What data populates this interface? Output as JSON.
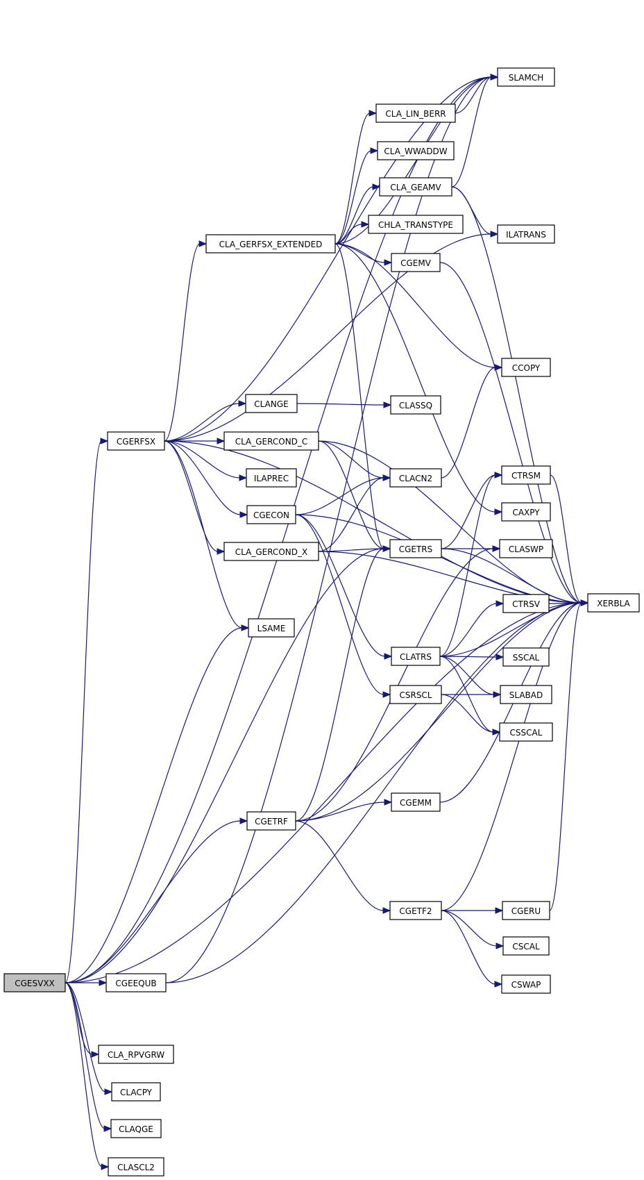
{
  "graph": {
    "root": "CGESVXX",
    "colors": {
      "edge": "#191970",
      "root_fill": "#bfbfbf",
      "node_fill": "#ffffff",
      "border": "#000000"
    },
    "nodes": [
      {
        "id": "CGESVXX",
        "label": "CGESVXX",
        "root": true
      },
      {
        "id": "CGEEQUB",
        "label": "CGEEQUB"
      },
      {
        "id": "CLA_RPVGRW",
        "label": "CLA_RPVGRW"
      },
      {
        "id": "CLACPY",
        "label": "CLACPY"
      },
      {
        "id": "CLAQGE",
        "label": "CLAQGE"
      },
      {
        "id": "CLASCL2",
        "label": "CLASCL2"
      },
      {
        "id": "CGERFSX",
        "label": "CGERFSX"
      },
      {
        "id": "CLA_GERFSX_EXTENDED",
        "label": "CLA_GERFSX_EXTENDED"
      },
      {
        "id": "CLANGE",
        "label": "CLANGE"
      },
      {
        "id": "CLA_GERCOND_C",
        "label": "CLA_GERCOND_C"
      },
      {
        "id": "ILAPREC",
        "label": "ILAPREC"
      },
      {
        "id": "CGECON",
        "label": "CGECON"
      },
      {
        "id": "CLA_GERCOND_X",
        "label": "CLA_GERCOND_X"
      },
      {
        "id": "LSAME",
        "label": "LSAME"
      },
      {
        "id": "CGETRF",
        "label": "CGETRF"
      },
      {
        "id": "CLA_LIN_BERR",
        "label": "CLA_LIN_BERR"
      },
      {
        "id": "CLA_WWADDW",
        "label": "CLA_WWADDW"
      },
      {
        "id": "CLA_GEAMV",
        "label": "CLA_GEAMV"
      },
      {
        "id": "CHLA_TRANSTYPE",
        "label": "CHLA_TRANSTYPE"
      },
      {
        "id": "CGEMV",
        "label": "CGEMV"
      },
      {
        "id": "CLASSQ",
        "label": "CLASSQ"
      },
      {
        "id": "CLACN2",
        "label": "CLACN2"
      },
      {
        "id": "CGETRS",
        "label": "CGETRS"
      },
      {
        "id": "CLATRS",
        "label": "CLATRS"
      },
      {
        "id": "CSRSCL",
        "label": "CSRSCL"
      },
      {
        "id": "CGEMM",
        "label": "CGEMM"
      },
      {
        "id": "CGETF2",
        "label": "CGETF2"
      },
      {
        "id": "SLAMCH",
        "label": "SLAMCH"
      },
      {
        "id": "ILATRANS",
        "label": "ILATRANS"
      },
      {
        "id": "CCOPY",
        "label": "CCOPY"
      },
      {
        "id": "CTRSM",
        "label": "CTRSM"
      },
      {
        "id": "CAXPY",
        "label": "CAXPY"
      },
      {
        "id": "CLASWP",
        "label": "CLASWP"
      },
      {
        "id": "CTRSV",
        "label": "CTRSV"
      },
      {
        "id": "SSCAL",
        "label": "SSCAL"
      },
      {
        "id": "SLABAD",
        "label": "SLABAD"
      },
      {
        "id": "CSSCAL",
        "label": "CSSCAL"
      },
      {
        "id": "CGERU",
        "label": "CGERU"
      },
      {
        "id": "CSCAL",
        "label": "CSCAL"
      },
      {
        "id": "CSWAP",
        "label": "CSWAP"
      },
      {
        "id": "XERBLA",
        "label": "XERBLA"
      }
    ],
    "edges": [
      [
        "CGESVXX",
        "CGEEQUB"
      ],
      [
        "CGESVXX",
        "CLA_RPVGRW"
      ],
      [
        "CGESVXX",
        "CLACPY"
      ],
      [
        "CGESVXX",
        "CLAQGE"
      ],
      [
        "CGESVXX",
        "CLASCL2"
      ],
      [
        "CGESVXX",
        "CGERFSX"
      ],
      [
        "CGESVXX",
        "LSAME"
      ],
      [
        "CGESVXX",
        "CGETRF"
      ],
      [
        "CGESVXX",
        "CGETRS"
      ],
      [
        "CGESVXX",
        "SLAMCH"
      ],
      [
        "CGESVXX",
        "XERBLA"
      ],
      [
        "CGEEQUB",
        "SLAMCH"
      ],
      [
        "CGEEQUB",
        "XERBLA"
      ],
      [
        "CGERFSX",
        "CLA_GERFSX_EXTENDED"
      ],
      [
        "CGERFSX",
        "CLANGE"
      ],
      [
        "CGERFSX",
        "CLA_GERCOND_C"
      ],
      [
        "CGERFSX",
        "ILAPREC"
      ],
      [
        "CGERFSX",
        "CGECON"
      ],
      [
        "CGERFSX",
        "CLA_GERCOND_X"
      ],
      [
        "CGERFSX",
        "LSAME"
      ],
      [
        "CGERFSX",
        "SLAMCH"
      ],
      [
        "CGERFSX",
        "ILATRANS"
      ],
      [
        "CGERFSX",
        "XERBLA"
      ],
      [
        "CLA_GERFSX_EXTENDED",
        "SLAMCH"
      ],
      [
        "CLA_GERFSX_EXTENDED",
        "CLA_LIN_BERR"
      ],
      [
        "CLA_GERFSX_EXTENDED",
        "CLA_WWADDW"
      ],
      [
        "CLA_GERFSX_EXTENDED",
        "CLA_GEAMV"
      ],
      [
        "CLA_GERFSX_EXTENDED",
        "CHLA_TRANSTYPE"
      ],
      [
        "CLA_GERFSX_EXTENDED",
        "CGEMV"
      ],
      [
        "CLA_GERFSX_EXTENDED",
        "CCOPY"
      ],
      [
        "CLA_GERFSX_EXTENDED",
        "CAXPY"
      ],
      [
        "CLA_GERFSX_EXTENDED",
        "CGETRS"
      ],
      [
        "CLA_LIN_BERR",
        "SLAMCH"
      ],
      [
        "CLA_GEAMV",
        "SLAMCH"
      ],
      [
        "CLA_GEAMV",
        "ILATRANS"
      ],
      [
        "CLA_GEAMV",
        "XERBLA"
      ],
      [
        "CGEMV",
        "XERBLA"
      ],
      [
        "CLANGE",
        "CLASSQ"
      ],
      [
        "CLA_GERCOND_C",
        "CLACN2"
      ],
      [
        "CLA_GERCOND_C",
        "CGETRS"
      ],
      [
        "CLA_GERCOND_C",
        "XERBLA"
      ],
      [
        "CGECON",
        "CLACN2"
      ],
      [
        "CGECON",
        "CLATRS"
      ],
      [
        "CGECON",
        "CSRSCL"
      ],
      [
        "CGECON",
        "XERBLA"
      ],
      [
        "CLA_GERCOND_X",
        "CLACN2"
      ],
      [
        "CLA_GERCOND_X",
        "CGETRS"
      ],
      [
        "CLA_GERCOND_X",
        "XERBLA"
      ],
      [
        "CLACN2",
        "CCOPY"
      ],
      [
        "CGETRS",
        "CTRSM"
      ],
      [
        "CGETRS",
        "CLASWP"
      ],
      [
        "CGETRS",
        "XERBLA"
      ],
      [
        "CTRSM",
        "XERBLA"
      ],
      [
        "CTRSV",
        "XERBLA"
      ],
      [
        "CLATRS",
        "CTRSM"
      ],
      [
        "CLATRS",
        "CTRSV"
      ],
      [
        "CLATRS",
        "SSCAL"
      ],
      [
        "CLATRS",
        "SLABAD"
      ],
      [
        "CLATRS",
        "CSSCAL"
      ],
      [
        "CLATRS",
        "XERBLA"
      ],
      [
        "CSRSCL",
        "SLABAD"
      ],
      [
        "CSRSCL",
        "CSSCAL"
      ],
      [
        "CGETRF",
        "CGETRS"
      ],
      [
        "CGETRF",
        "CLASWP"
      ],
      [
        "CGETRF",
        "CGEMM"
      ],
      [
        "CGETRF",
        "CGETF2"
      ],
      [
        "CGETRF",
        "XERBLA"
      ],
      [
        "CGEMM",
        "XERBLA"
      ],
      [
        "CGETF2",
        "CGERU"
      ],
      [
        "CGETF2",
        "CSCAL"
      ],
      [
        "CGETF2",
        "CSWAP"
      ],
      [
        "CGETF2",
        "XERBLA"
      ],
      [
        "CGERU",
        "XERBLA"
      ]
    ]
  }
}
